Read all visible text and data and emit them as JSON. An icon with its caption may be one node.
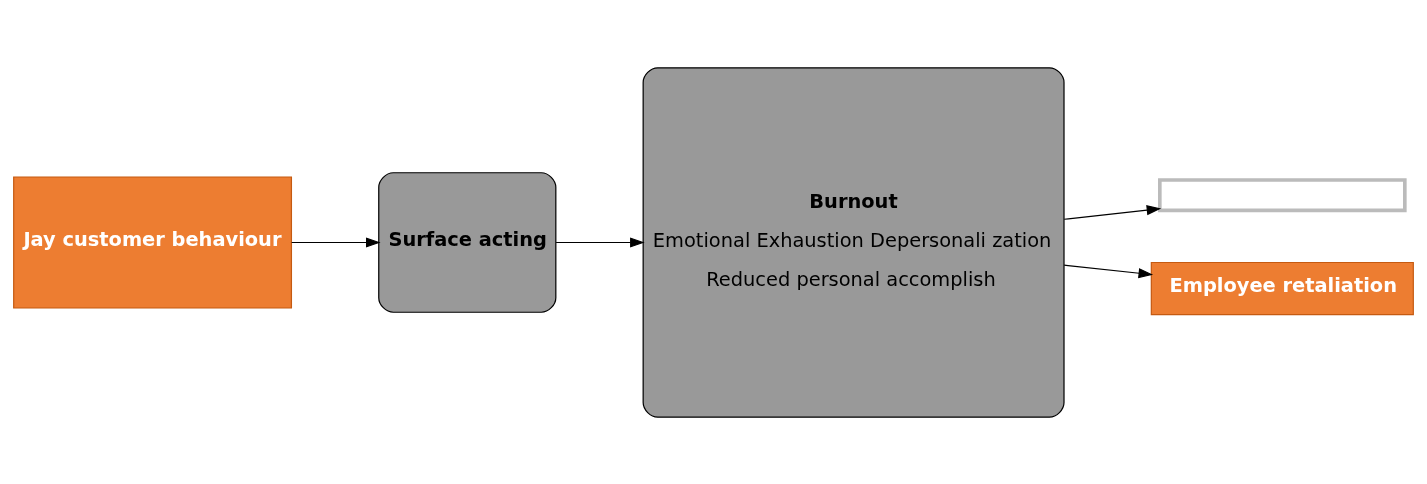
{
  "diagram": {
    "nodes": [
      {
        "text": [
          "Jay customer behaviour"
        ]
      },
      {
        "text": [
          "Surface acting"
        ]
      },
      {
        "text": [
          "Burnout",
          "Emotional Exhaustion Depersonali zation",
          "Reduced personal accomplish"
        ]
      },
      {
        "text": [],
        "shape": "box"
      },
      {
        "text": [
          "Employee retaliation"
        ]
      }
    ],
    "edges": [
      {
        "from": 0,
        "to": 1,
        "arrow": "to"
      },
      {
        "from": 1,
        "to": 2,
        "arrow": "to"
      },
      {
        "from": 2,
        "to": 3,
        "arrow": "to"
      },
      {
        "from": 2,
        "to": 4,
        "arrow": "to"
      }
    ]
  }
}
